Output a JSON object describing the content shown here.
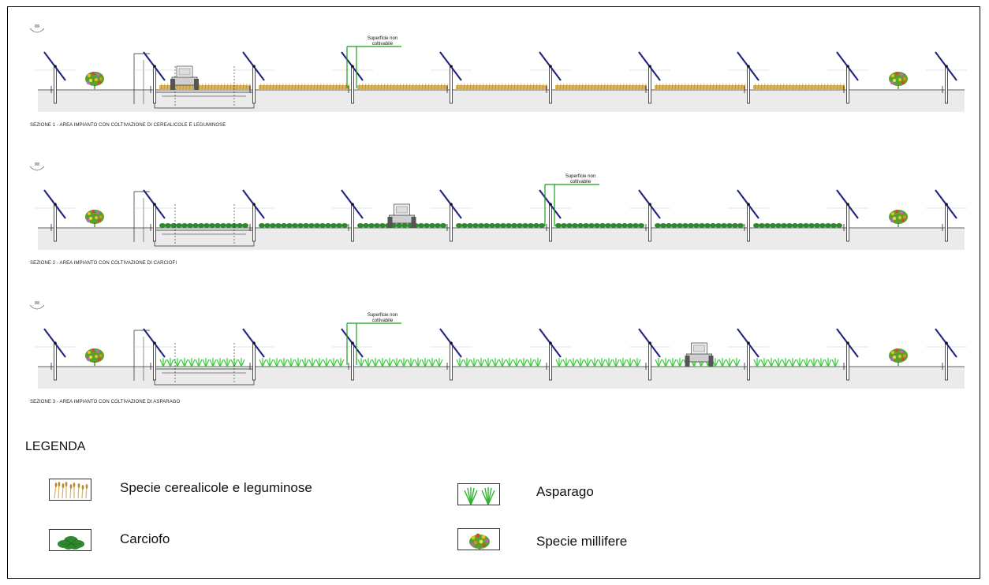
{
  "sections": [
    {
      "caption": "SEZIONE 1 - AREA IMPIANTO CON COLTIVAZIONE DI CEREALICOLE E LEGUMINOSE",
      "crop": "cereali",
      "tractor_row": 1,
      "callout_row": 3
    },
    {
      "caption": "SEZIONE 2 - AREA IMPIANTO CON COLTIVAZIONE DI CARCIOFI",
      "crop": "carciofo",
      "tractor_row": 3,
      "callout_row": 5
    },
    {
      "caption": "SEZIONE 3 - AREA IMPIANTO CON COLTIVAZIONE DI ASPARAGO",
      "crop": "asparago",
      "tractor_row": 6,
      "callout_row": 3
    }
  ],
  "callout": {
    "line1": "Superficie non",
    "line2": "coltivabile"
  },
  "legend": {
    "title": "LEGENDA",
    "items": [
      {
        "label": "Specie cerealicole e leguminose",
        "icon": "wheat-icon"
      },
      {
        "label": "Asparago",
        "icon": "asparagus-icon"
      },
      {
        "label": "Carciofo",
        "icon": "artichoke-icon"
      },
      {
        "label": "Specie millifere",
        "icon": "flower-bush-icon"
      }
    ]
  },
  "colors": {
    "ground": "#ebebeb",
    "panel": "#2a2fa0",
    "cereal": "#d9b35a",
    "artichoke": "#2f8a2f",
    "asparagus": "#3ec93e",
    "callout": "#18a018"
  }
}
